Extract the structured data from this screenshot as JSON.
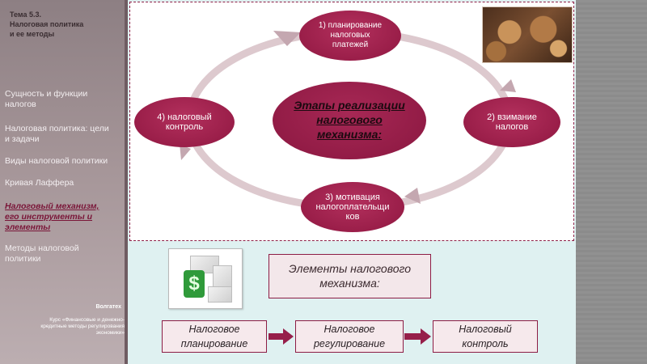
{
  "sidebar": {
    "topic_lines": [
      "Тема 5.3.",
      "Налоговая политика",
      "и ее методы"
    ],
    "nav_items": [
      {
        "label_lines": [
          "Сущность и функции",
          "налогов"
        ],
        "active": false
      },
      {
        "label_lines": [
          "Налоговая политика: цели",
          "и задачи"
        ],
        "active": false
      },
      {
        "label_lines": [
          "Виды налоговой политики"
        ],
        "active": false
      },
      {
        "label_lines": [
          "Кривая Лаффера"
        ],
        "active": false
      },
      {
        "label_lines": [
          "Налоговый механизм,",
          "его инструменты и",
          "элементы"
        ],
        "active": true
      },
      {
        "label_lines": [
          "Методы налоговой",
          "политики"
        ],
        "active": false
      }
    ],
    "footer_org": "Волгатех",
    "footer_course_lines": [
      "Курс «Финансовые и денежно-",
      "кредитные методы регулирования",
      "экономики»"
    ]
  },
  "cycle": {
    "center_lines": [
      "Этапы реализации",
      "налогового",
      "механизма:"
    ],
    "stages": [
      {
        "label_lines": [
          "1) планирование",
          "налоговых",
          "платежей"
        ]
      },
      {
        "label_lines": [
          "2) взимание",
          "налогов"
        ]
      },
      {
        "label_lines": [
          "3) мотивация",
          "налогоплательщи",
          "ков"
        ]
      },
      {
        "label_lines": [
          "4) налоговый",
          "контроль"
        ]
      }
    ]
  },
  "elements": {
    "title_lines": [
      "Элементы налогового",
      "механизма:"
    ],
    "items": [
      {
        "label_lines": [
          "Налоговое",
          "планирование"
        ]
      },
      {
        "label_lines": [
          "Налоговое",
          "регулирование"
        ]
      },
      {
        "label_lines": [
          "Налоговый",
          "контроль"
        ]
      }
    ]
  },
  "colors": {
    "accent": "#9a1e49",
    "sidebar": "#a59598",
    "panel": "#dff1f1",
    "ring": "#ddc9ce"
  },
  "icons": {
    "photo": "coins-photo",
    "puzzle": "dollar-puzzle-icon"
  }
}
